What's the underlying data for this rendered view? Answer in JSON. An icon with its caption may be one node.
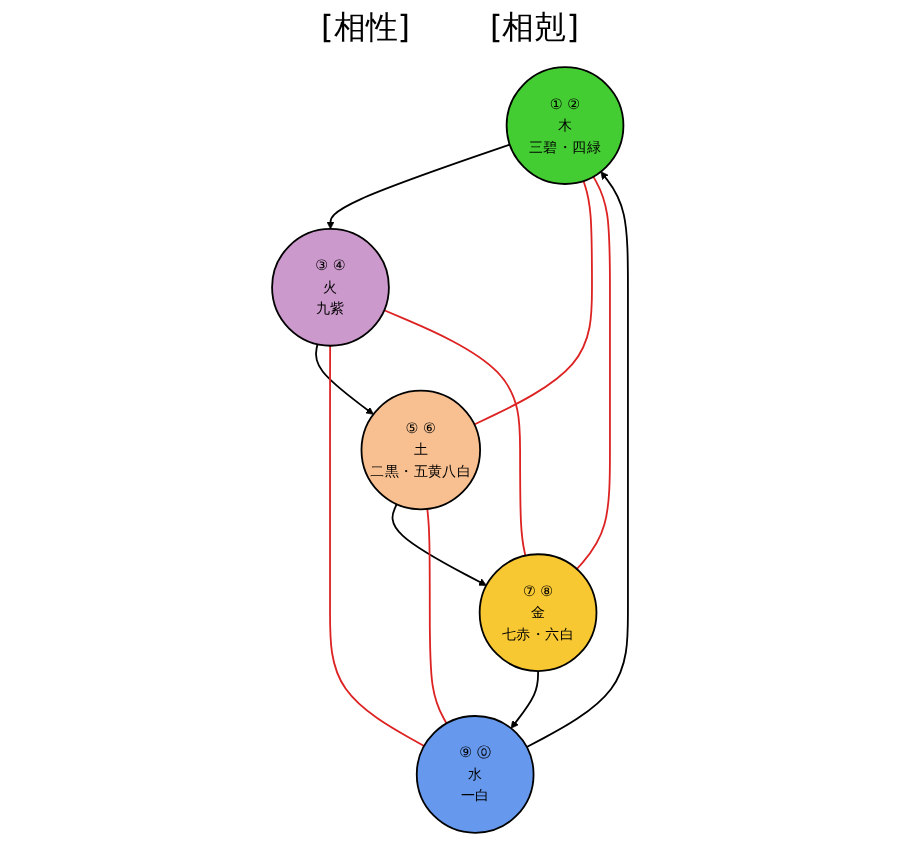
{
  "diagram": {
    "nodes": [
      {
        "text": [
          "① ②",
          "木",
          "三碧・四緑"
        ]
      },
      {
        "text": [
          "③ ④",
          "火",
          "九紫"
        ]
      },
      {
        "text": [
          "⑤ ⑥",
          "土",
          "二黒・五黄八白"
        ]
      },
      {
        "text": [
          "⑦ ⑧",
          "金",
          "七赤・六白"
        ]
      },
      {
        "text": [
          "⑨ ⓪",
          "水",
          "一白"
        ]
      }
    ],
    "edges": [
      {
        "from": 0,
        "to": 1,
        "arrow": "to"
      },
      {
        "from": 1,
        "to": 2,
        "arrow": "to"
      },
      {
        "from": 2,
        "to": 3,
        "arrow": "to"
      },
      {
        "from": 3,
        "to": 4,
        "arrow": "to"
      },
      {
        "from": 4,
        "to": 0,
        "arrow": "to"
      },
      {
        "from": 0,
        "to": 2,
        "arrow": "none",
        "color": "#dd2222"
      },
      {
        "from": 0,
        "to": 3,
        "arrow": "none",
        "color": "#dd2222"
      },
      {
        "from": 1,
        "to": 4,
        "arrow": "none",
        "color": "#dd2222"
      },
      {
        "from": 1,
        "to": 3,
        "arrow": "none",
        "color": "#dd2222"
      },
      {
        "from": 4,
        "to": 2,
        "arrow": "none",
        "color": "#dd2222"
      }
    ],
    "labels": [
      "[相性]",
      "[相剋]"
    ]
  }
}
